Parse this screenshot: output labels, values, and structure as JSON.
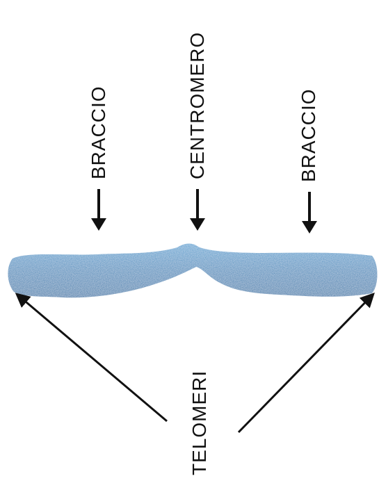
{
  "labels": {
    "arm_left": "BRACCIO",
    "centromere": "CENTROMERO",
    "arm_right": "BRACCIO",
    "telomeres": "TELOMERI"
  },
  "colors": {
    "chromosome_fill": "#3f86b8",
    "chromosome_light": "#6fb0d8",
    "chromosome_dark": "#2a6a98",
    "ink": "#111111"
  }
}
